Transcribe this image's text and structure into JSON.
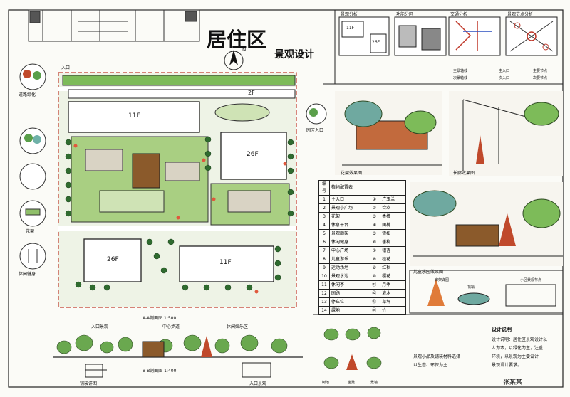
{
  "title": {
    "main": "居住区",
    "sub": "景观设计"
  },
  "north": "N",
  "buildings": [
    "11F",
    "2F",
    "26F",
    "26F",
    "11F"
  ],
  "left_labels": [
    "道路绿化",
    "",
    "",
    "花架",
    "休闲健身"
  ],
  "right_label": "园区入口",
  "entrance_label": "入口",
  "analysis_titles": [
    "景观分析",
    "功能分区",
    "交通分析",
    "景观节点分析"
  ],
  "analysis_legend": [
    "主景轴线",
    "次景轴线",
    "主入口",
    "次入口",
    "主要节点",
    "次要节点"
  ],
  "analysis_labels": [
    "11F",
    "26F"
  ],
  "perspective_labels": [
    "花架效果图",
    "长廊效果图",
    "儿童乐园效果图"
  ],
  "plant_table": {
    "header": [
      "编号",
      "植物配置表"
    ],
    "rows": [
      [
        "1",
        "主入口",
        "①",
        "广玉兰"
      ],
      [
        "2",
        "景观小广场",
        "②",
        "合欢"
      ],
      [
        "3",
        "花架",
        "③",
        "香樟"
      ],
      [
        "4",
        "休息平台",
        "④",
        "国槐"
      ],
      [
        "5",
        "景观廊架",
        "⑤",
        "雪松"
      ],
      [
        "6",
        "休闲健身",
        "⑥",
        "垂柳"
      ],
      [
        "7",
        "中心广场",
        "⑦",
        "银杏"
      ],
      [
        "8",
        "儿童游乐",
        "⑧",
        "桂花"
      ],
      [
        "9",
        "运动场地",
        "⑨",
        "红枫"
      ],
      [
        "10",
        "景观水池",
        "⑩",
        "樱花"
      ],
      [
        "11",
        "休闲亭",
        "⑪",
        "月季"
      ],
      [
        "12",
        "园路",
        "⑫",
        "灌木"
      ],
      [
        "13",
        "停车位",
        "⑬",
        "草坪"
      ],
      [
        "14",
        "绿地",
        "⑭",
        "竹"
      ]
    ]
  },
  "section_labels": {
    "a": "A-A剖面图 1:500",
    "b": "B-B剖面图 1:400"
  },
  "section_marks": [
    "入口景观",
    "中心步道",
    "休闲娱乐区"
  ],
  "bottom_labels": [
    "铺装详图",
    "入口景观"
  ],
  "detail_labels": [
    "廊架详图",
    "花坛",
    "小区景观节点"
  ],
  "note": {
    "title": "设计说明",
    "lines": [
      "设计说明：居住区景观设计以",
      "人为本，以绿化为主，注重",
      "环境，以景观为主要设计",
      "景观设计要求。"
    ]
  },
  "bottom_note": [
    "景观小品及铺装材料选择",
    "以生态、环保为主"
  ],
  "bottom_sketch_labels": [
    "树池",
    "坐凳",
    "景墙"
  ],
  "signature": "张某某"
}
